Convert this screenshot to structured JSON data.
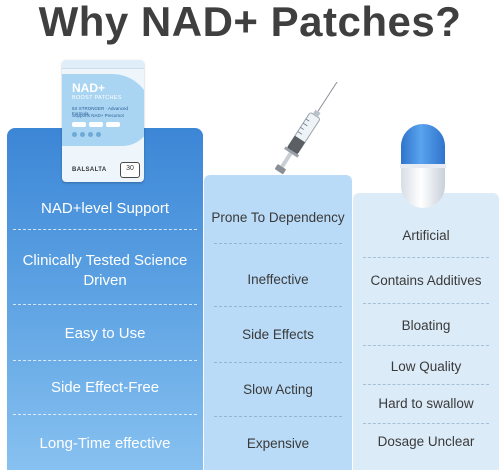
{
  "title": "Why NAD+ Patches?",
  "product": {
    "name": "NAD+",
    "subtitle": "BOOST PATCHES",
    "tagline": "5X STRONGER · Advanced Formula",
    "support": "Supports NAD+ Precursor",
    "brand": "BALSALTA",
    "count": "30"
  },
  "columns": {
    "patches": [
      "NAD+level Support",
      "Clinically Tested Science Driven",
      "Easy to Use",
      "Side Effect-Free",
      "Long-Time effective"
    ],
    "injections": [
      "Prone To Dependency",
      "Ineffective",
      "Side Effects",
      "Slow Acting",
      "Expensive"
    ],
    "pills": [
      "Artificial",
      "Contains Additives",
      "Bloating",
      "Low Quality",
      "Hard to swallow",
      "Dosage Unclear"
    ]
  },
  "colors": {
    "title": "#3f3f3f",
    "patches_panel": "#3c86d6",
    "injections_panel": "#b9dbf7",
    "pills_panel": "#dcebf8",
    "pill_top": "#3f8be0",
    "pill_bottom": "#ffffff"
  },
  "icons": [
    "product-pack-icon",
    "syringe-icon",
    "capsule-icon"
  ]
}
